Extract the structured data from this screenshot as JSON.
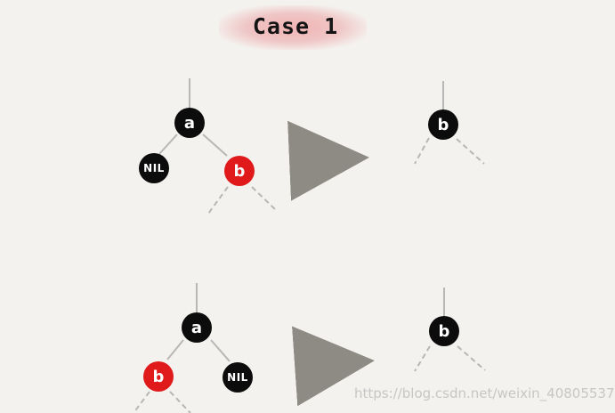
{
  "title": "Case 1",
  "colors": {
    "black_node": "#0c0c0c",
    "red_node": "#e0191b",
    "edge": "#b7b7b7",
    "arrow": "#8e8b84",
    "title_highlight": "#efc6c6"
  },
  "case_top": {
    "before": {
      "root": "a",
      "left": "NIL",
      "right": "b"
    },
    "after": {
      "root": "b"
    }
  },
  "case_bottom": {
    "before": {
      "root": "a",
      "left": "b",
      "right": "NIL"
    },
    "after": {
      "root": "b"
    }
  },
  "watermark": "https://blog.csdn.net/weixin_40805537"
}
